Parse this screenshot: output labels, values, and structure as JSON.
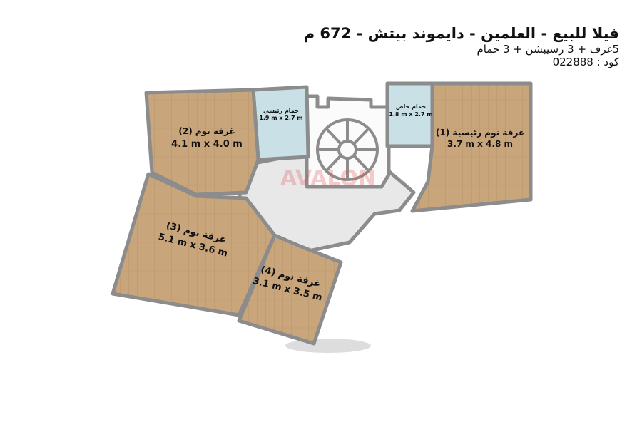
{
  "header": {
    "title": "فيلا للبيع - العلمين - دايموند بيتش - 672 م",
    "subtitle": "5غرف + 3 رسيبشن + 3 حمام",
    "code": "كود : 022888"
  },
  "watermark": "AVALON",
  "rooms": [
    {
      "name": "غرفة نوم رئيسية (1)",
      "size": "3.7 m x 4.8 m"
    },
    {
      "name": "غرفة نوم (2)",
      "size": "4.1 m x 4.0 m"
    },
    {
      "name": "غرفة نوم (3)",
      "size": "5.1 m x 3.6 m"
    },
    {
      "name": "غرفة نوم (4)",
      "size": "3.1 m x 3.5 m"
    },
    {
      "name": "حمام رئيسي",
      "size": "1.9 m x 2.7 m"
    },
    {
      "name": "حمام خاص",
      "size": "1.8 m x 2.7 m"
    }
  ],
  "colors": {
    "floor": "#c9a57c",
    "bath": "#c8e0e6",
    "wall": "#8c8c8c",
    "corridor": "#e6e6e6"
  }
}
